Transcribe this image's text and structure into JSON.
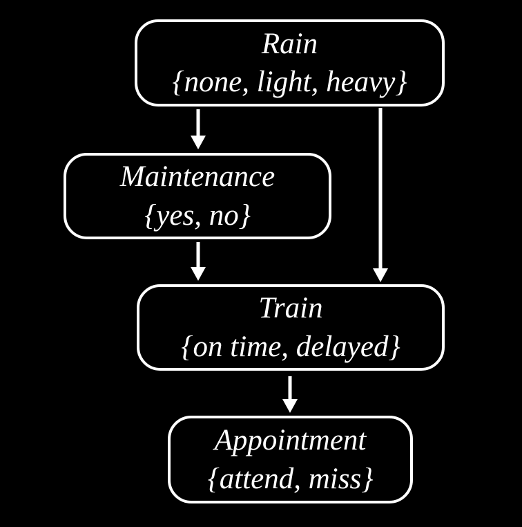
{
  "diagram": {
    "type": "bayesian-network",
    "colors": {
      "background": "#000000",
      "node_border": "#ffffff",
      "node_fill": "#000000",
      "text": "#ffffff",
      "arrow": "#ffffff"
    },
    "nodes": [
      {
        "id": "rain",
        "label": "Rain",
        "domain": "{none, light, heavy}"
      },
      {
        "id": "maintenance",
        "label": "Maintenance",
        "domain": "{yes, no}"
      },
      {
        "id": "train",
        "label": "Train",
        "domain": "{on time, delayed}"
      },
      {
        "id": "appointment",
        "label": "Appointment",
        "domain": "{attend, miss}"
      }
    ],
    "edges": [
      {
        "from": "Rain",
        "to": "Maintenance"
      },
      {
        "from": "Rain",
        "to": "Train"
      },
      {
        "from": "Maintenance",
        "to": "Train"
      },
      {
        "from": "Train",
        "to": "Appointment"
      }
    ]
  }
}
